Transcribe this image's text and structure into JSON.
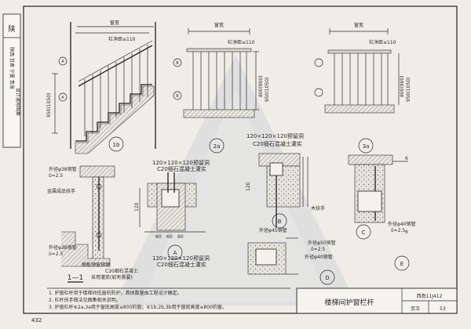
{
  "side_tab": {
    "brand": "陕",
    "provinces": "陕西 甘肃 宁夏 青海",
    "series": "设计通用图集"
  },
  "page_number": "432",
  "title_block": {
    "drawing_title": "楼梯间护窗栏杆",
    "atlas_label": "西南11J412",
    "page_label": "页次",
    "page_value": "53"
  },
  "notes": [
    "1. 护窗栏杆用于楼梯间低窗的防护，具体数量由工程设计确定。",
    "2. 栏杆扶手做法见图集相关说明。",
    "3. 护窗栏杆⑥2a,3a用于窗底高度≤800的窗；⑥1b,2b,3b用于窗底高度≥800的窗。"
  ],
  "labels": {
    "window_width_1": "窗宽",
    "window_width_2": "窗宽",
    "window_width_3": "窗宽",
    "clear_spacing_1": "栏净距≤110",
    "clear_spacing_2": "栏净距≤110",
    "clear_spacing_3": "栏净距≤110",
    "height_950": "950(1050)",
    "height_800a": "800(900)",
    "height_950b": "950(1050)",
    "height_800b": "800(900)",
    "height_950c": "950(1050)",
    "detail_1": "1b",
    "detail_2": "2a",
    "detail_3": "3a",
    "embed_plate_1": "120×120×120预留洞",
    "embed_plate_1b": "C20细石混凝土灌实",
    "embed_plate_2": "120×120×120预留洞",
    "embed_plate_2b": "C20细石混凝土灌实",
    "embed_plate_3": "120×120×120预留洞",
    "embed_plate_3b": "C20细石混凝土灌实",
    "pipe_38_a": "外径φ38钢管",
    "pipe_38_a_t": "δ=2.5",
    "metal_handrail": "金属成品扶手",
    "pipe_38_b": "外径φ38钢管",
    "pipe_38_b_t": "δ=2.5",
    "precast_block": "钢板预留预埋",
    "c20_concrete": "C20细石混凝土",
    "c20_concrete_b": "采用灌浆(如有需要)",
    "section_11": "1—1",
    "pipe_45": "外径φ45钢管",
    "pipe_50": "外径φ50钢管",
    "pipe_50_t": "δ=2.5",
    "pipe_40": "外径φ40钢管",
    "pipe_40b": "外径φ40钢管",
    "pipe_40b_t": "δ=2.5",
    "wood_handrail": "木扶手",
    "dim_6": "6",
    "dim_6b": "6",
    "dim_60a": "60",
    "dim_60b": "60",
    "dim_60c": "60",
    "dim_120a": "120",
    "dim_120b": "120",
    "circle_A": "A",
    "circle_B": "B",
    "circle_C": "C",
    "circle_D": "D",
    "circle_E": "E",
    "cut_A1": "A",
    "cut_A2": "A",
    "cut_B1": "B",
    "cut_B2": "B"
  }
}
